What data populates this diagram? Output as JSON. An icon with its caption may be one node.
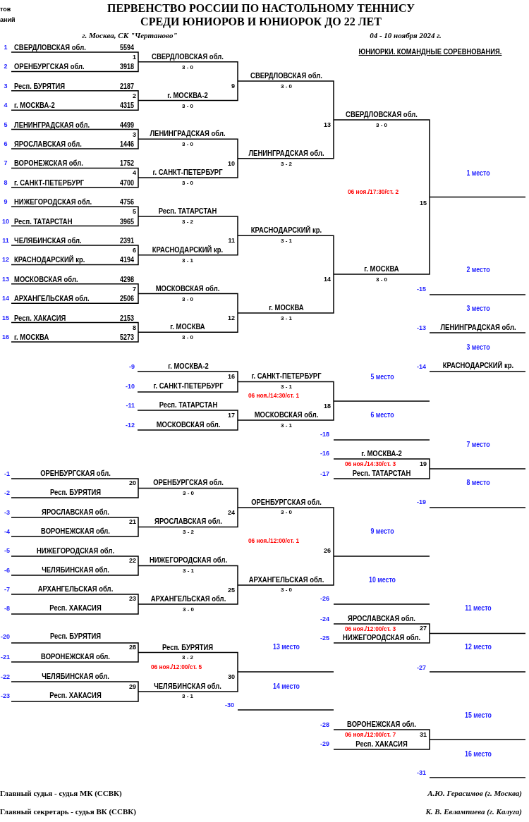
{
  "diagram": {
    "title": "ПЕРВЕНСТВО РОССИИ ПО НАСТОЛЬНОМУ ТЕННИСУ СРЕДИ ЮНИОРОВ И ЮНИОРОК ДО 22 ЛЕТ",
    "labels": [
      "тов",
      "аний",
      "г. Москва, СК \"Чертаново\"",
      "04 - 10 ноября 2024 г.",
      "ЮНИОРКИ. КОМАНДНЫЕ СОРЕВНОВАНИЯ.",
      "1",
      "СВЕРДЛОВСКАЯ обл.",
      "5594",
      "2",
      "ОРЕНБУРГСКАЯ обл.",
      "3918",
      "3",
      "Респ. БУРЯТИЯ",
      "2187",
      "4",
      "г. МОСКВА-2",
      "4315",
      "5",
      "ЛЕНИНГРАДСКАЯ обл.",
      "4499",
      "6",
      "ЯРОСЛАВСКАЯ обл.",
      "1446",
      "7",
      "ВОРОНЕЖСКАЯ обл.",
      "1752",
      "8",
      "г. САНКТ-ПЕТЕРБУРГ",
      "4700",
      "9",
      "НИЖЕГОРОДСКАЯ обл.",
      "4756",
      "10",
      "Респ. ТАТАРСТАН",
      "3965",
      "11",
      "ЧЕЛЯБИНСКАЯ обл.",
      "2391",
      "12",
      "КРАСНОДАРСКИЙ кр.",
      "4194",
      "13",
      "МОСКОВСКАЯ обл.",
      "4298",
      "14",
      "АРХАНГЕЛЬСКАЯ обл.",
      "2506",
      "15",
      "Респ. ХАКАСИЯ",
      "2153",
      "16",
      "г. МОСКВА",
      "5273",
      "1",
      "2",
      "3",
      "4",
      "5",
      "6",
      "7",
      "8",
      "СВЕРДЛОВСКАЯ обл.",
      "3 - 0",
      "г. МОСКВА-2",
      "3 - 0",
      "ЛЕНИНГРАДСКАЯ обл.",
      "3 - 0",
      "г. САНКТ-ПЕТЕРБУРГ",
      "3 - 0",
      "Респ. ТАТАРСТАН",
      "3 - 2",
      "КРАСНОДАРСКИЙ кр.",
      "3 - 1",
      "МОСКОВСКАЯ обл.",
      "3 - 0",
      "г. МОСКВА",
      "3 - 0",
      "9",
      "10",
      "11",
      "12",
      "СВЕРДЛОВСКАЯ обл.",
      "3 - 0",
      "ЛЕНИНГРАДСКАЯ обл.",
      "3 - 2",
      "КРАСНОДАРСКИЙ кр.",
      "3 - 1",
      "г. МОСКВА",
      "3 - 1",
      "13",
      "14",
      "СВЕРДЛОВСКАЯ обл.",
      "3 - 0",
      "г. МОСКВА",
      "3 - 0",
      "06 ноя./17:30/ст. 2",
      "15",
      "1 место",
      "2 место",
      "-15",
      "3 место",
      "-13",
      "ЛЕНИНГРАДСКАЯ обл.",
      "3 место",
      "-14",
      "КРАСНОДАРСКИЙ кр.",
      "-9",
      "г. МОСКВА-2",
      "16",
      "-10",
      "г. САНКТ-ПЕТЕРБУРГ",
      "-11",
      "Респ. ТАТАРСТАН",
      "17",
      "-12",
      "МОСКОВСКАЯ обл.",
      "г. САНКТ-ПЕТЕРБУРГ",
      "3 - 1",
      "06 ноя./14:30/ст. 1",
      "МОСКОВСКАЯ обл.",
      "3 - 1",
      "18",
      "5 место",
      "6 место",
      "-18",
      "7 место",
      "-16",
      "г. МОСКВА-2",
      "06 ноя./14:30/ст. 3",
      "19",
      "-17",
      "Респ. ТАТАРСТАН",
      "8 место",
      "-19",
      "-1",
      "ОРЕНБУРГСКАЯ обл.",
      "20",
      "-2",
      "Респ. БУРЯТИЯ",
      "-3",
      "ЯРОСЛАВСКАЯ обл.",
      "21",
      "-4",
      "ВОРОНЕЖСКАЯ обл.",
      "-5",
      "НИЖЕГОРОДСКАЯ обл.",
      "22",
      "-6",
      "ЧЕЛЯБИНСКАЯ обл.",
      "-7",
      "АРХАНГЕЛЬСКАЯ обл.",
      "23",
      "-8",
      "Респ. ХАКАСИЯ",
      "ОРЕНБУРГСКАЯ обл.",
      "3 - 0",
      "24",
      "ЯРОСЛАВСКАЯ обл.",
      "3 - 2",
      "НИЖЕГОРОДСКАЯ обл.",
      "3 - 1",
      "25",
      "АРХАНГЕЛЬСКАЯ обл.",
      "3 - 0",
      "ОРЕНБУРГСКАЯ обл.",
      "3 - 0",
      "06 ноя./12:00/ст. 1",
      "26",
      "АРХАНГЕЛЬСКАЯ обл.",
      "3 - 0",
      "9 место",
      "10 место",
      "-26",
      "11 место",
      "-24",
      "ЯРОСЛАВСКАЯ обл.",
      "06 ноя./12:00/ст. 3",
      "27",
      "-25",
      "НИЖЕГОРОДСКАЯ обл.",
      "12 место",
      "-27",
      "-20",
      "Респ. БУРЯТИЯ",
      "28",
      "-21",
      "ВОРОНЕЖСКАЯ обл.",
      "-22",
      "ЧЕЛЯБИНСКАЯ обл.",
      "29",
      "-23",
      "Респ. ХАКАСИЯ",
      "Респ. БУРЯТИЯ",
      "3 - 2",
      "06 ноя./12:00/ст. 5",
      "30",
      "ЧЕЛЯБИНСКАЯ обл.",
      "3 - 1",
      "13 место",
      "14 место",
      "-30",
      "15 место",
      "-28",
      "ВОРОНЕЖСКАЯ обл.",
      "06 ноя./12:00/ст. 7",
      "31",
      "-29",
      "Респ. ХАКАСИЯ",
      "16 место",
      "-31",
      "Главный судья - судья МК (ССВК)",
      "А.Ю. Герасимов (г. Москва)",
      "Главный секретарь - судья ВК (ССВК)",
      "К. В. Евлампиева (г. Калуга)"
    ]
  }
}
